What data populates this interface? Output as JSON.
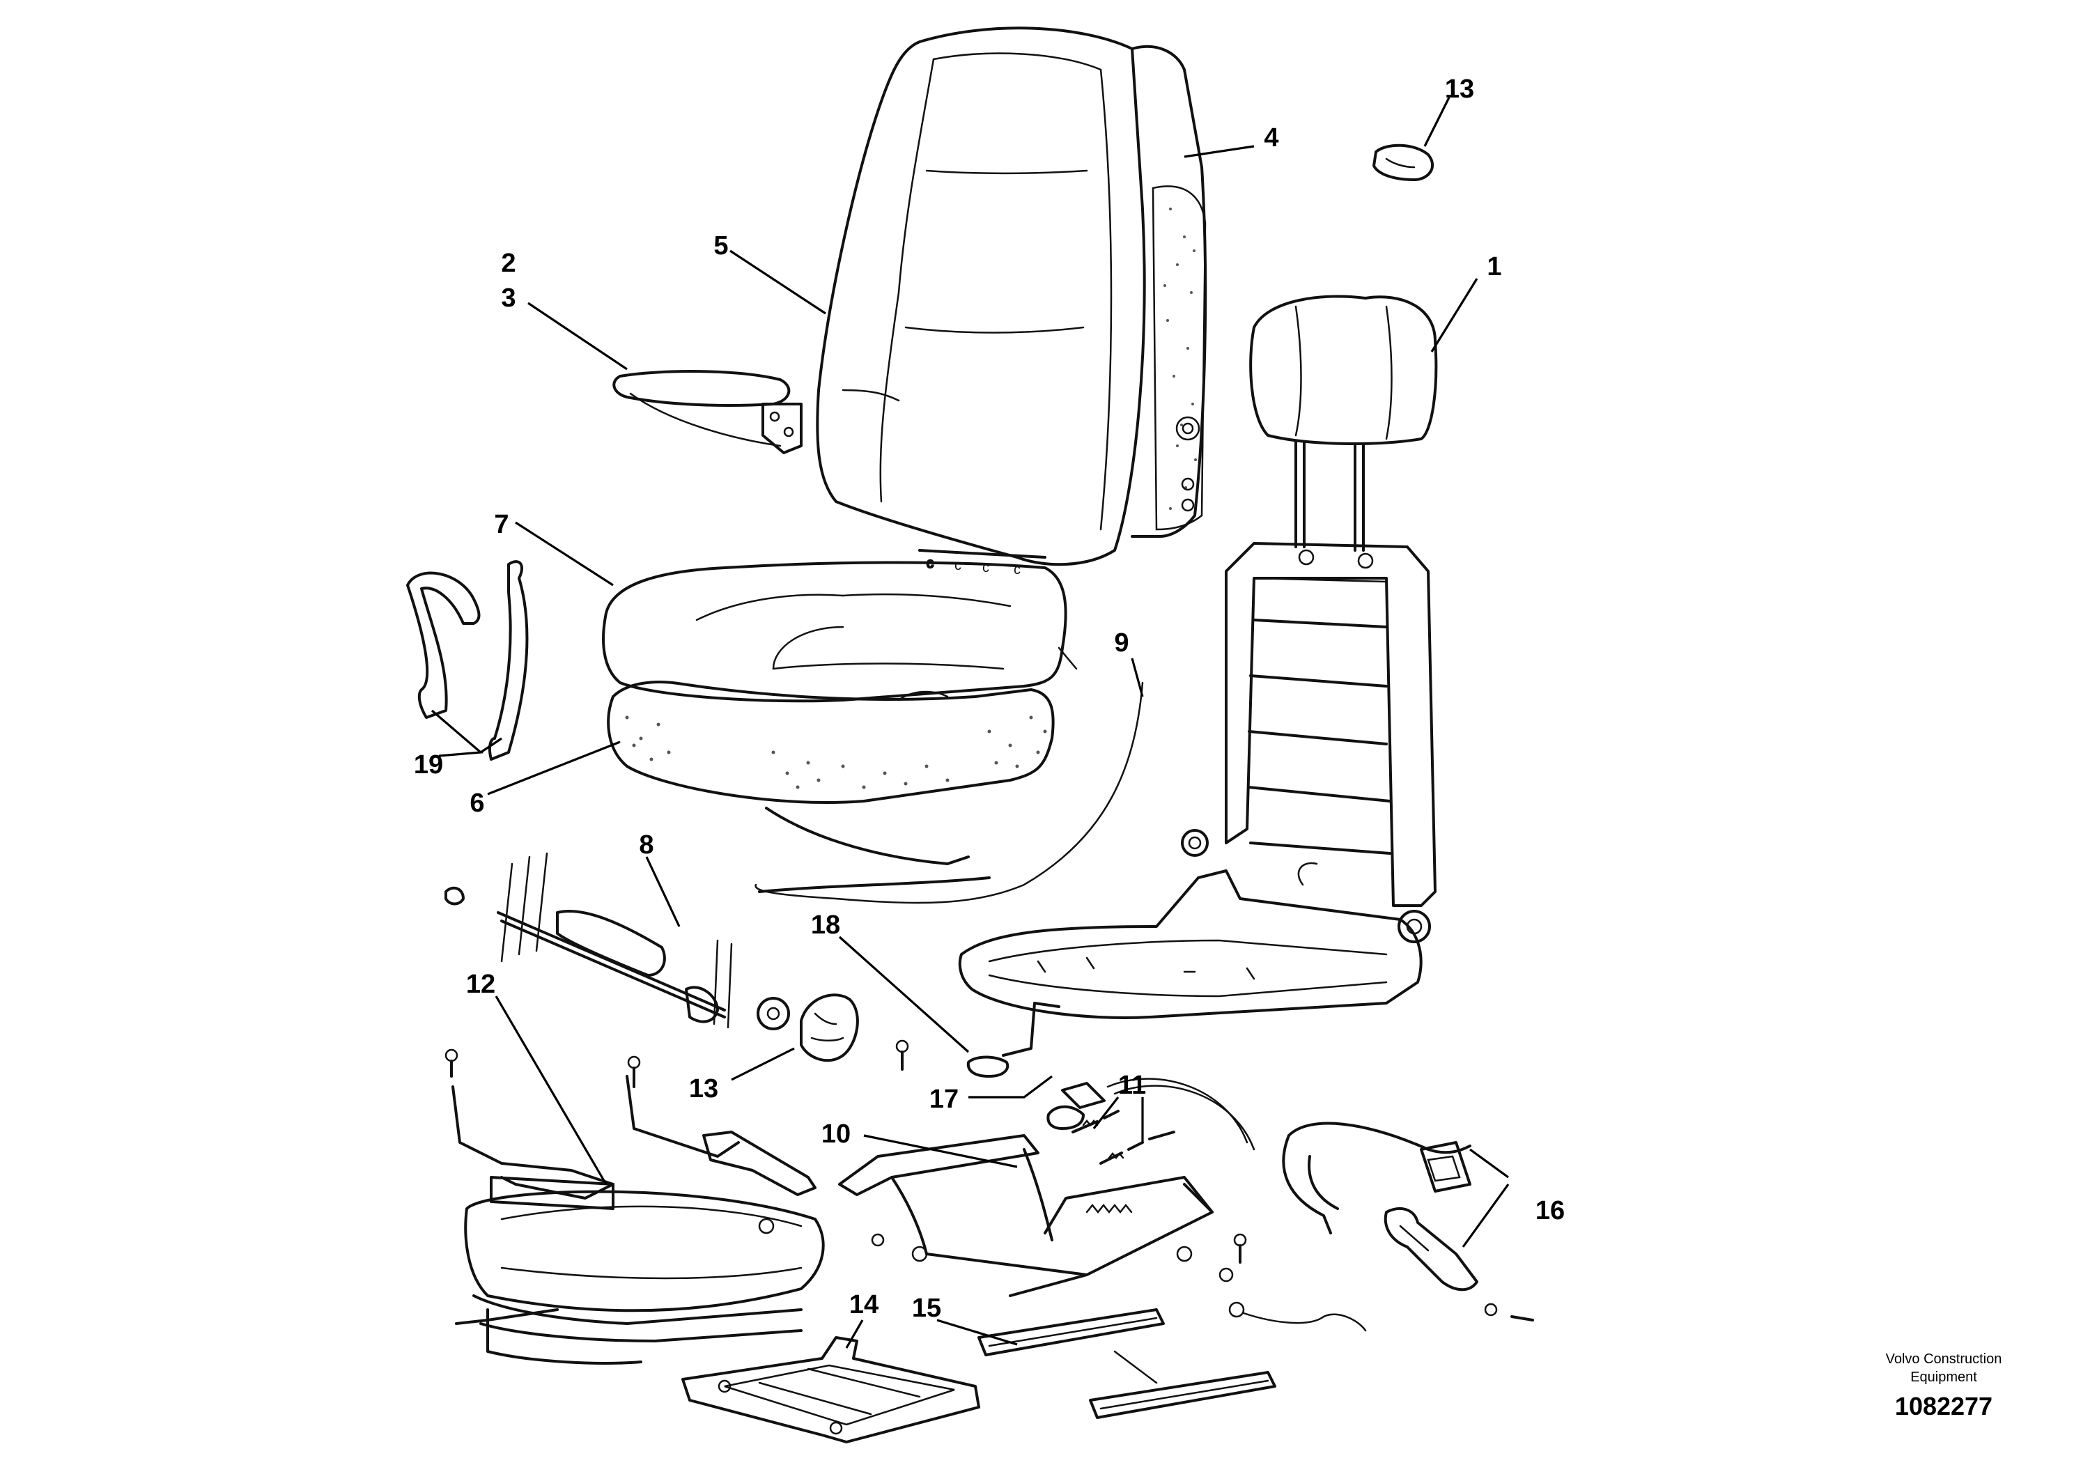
{
  "callouts": [
    {
      "id": "1",
      "label": "1"
    },
    {
      "id": "2",
      "label": "2"
    },
    {
      "id": "3",
      "label": "3"
    },
    {
      "id": "4",
      "label": "4"
    },
    {
      "id": "5",
      "label": "5"
    },
    {
      "id": "6",
      "label": "6"
    },
    {
      "id": "7",
      "label": "7"
    },
    {
      "id": "8",
      "label": "8"
    },
    {
      "id": "9",
      "label": "9"
    },
    {
      "id": "10",
      "label": "10"
    },
    {
      "id": "11",
      "label": "11"
    },
    {
      "id": "12",
      "label": "12"
    },
    {
      "id": "13a",
      "label": "13"
    },
    {
      "id": "13b",
      "label": "13"
    },
    {
      "id": "14",
      "label": "14"
    },
    {
      "id": "15",
      "label": "15"
    },
    {
      "id": "16",
      "label": "16"
    },
    {
      "id": "17",
      "label": "17"
    },
    {
      "id": "18",
      "label": "18"
    },
    {
      "id": "19",
      "label": "19"
    }
  ],
  "credit": {
    "line1": "Volvo Construction",
    "line2": "Equipment",
    "figure_number": "1082277"
  },
  "colors": {
    "line": "#111111",
    "background": "#ffffff"
  }
}
